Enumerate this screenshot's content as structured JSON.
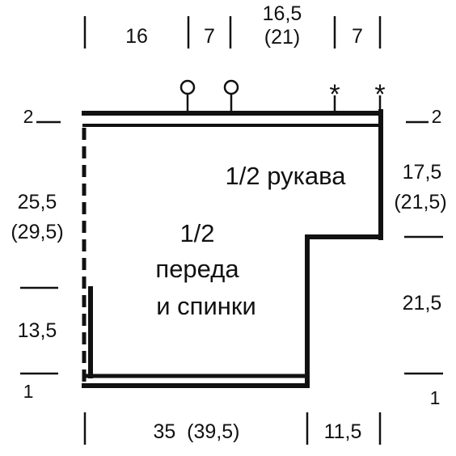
{
  "top_dims": {
    "d1": "16",
    "d2": "7",
    "d3_line1": "16,5",
    "d3_line2": "(21)",
    "d4": "7"
  },
  "bottom_dims": {
    "d1": "35  (39,5)",
    "d2": "11,5"
  },
  "left_dims": {
    "upper_line1": "25,5",
    "upper_line2": "(29,5)",
    "lower": "13,5"
  },
  "right_dims": {
    "upper_line1": "17,5",
    "upper_line2": "(21,5)",
    "lower": "21,5"
  },
  "markers": {
    "left_top": "2",
    "right_top": "2",
    "left_bottom": "1",
    "right_bottom": "1"
  },
  "labels": {
    "sleeve": "1/2 рукава",
    "body_line1": "1/2",
    "body_line2": "переда",
    "body_line3": "и спинки"
  },
  "symbols": {
    "circle_markers": 2,
    "asterisk": "*"
  }
}
